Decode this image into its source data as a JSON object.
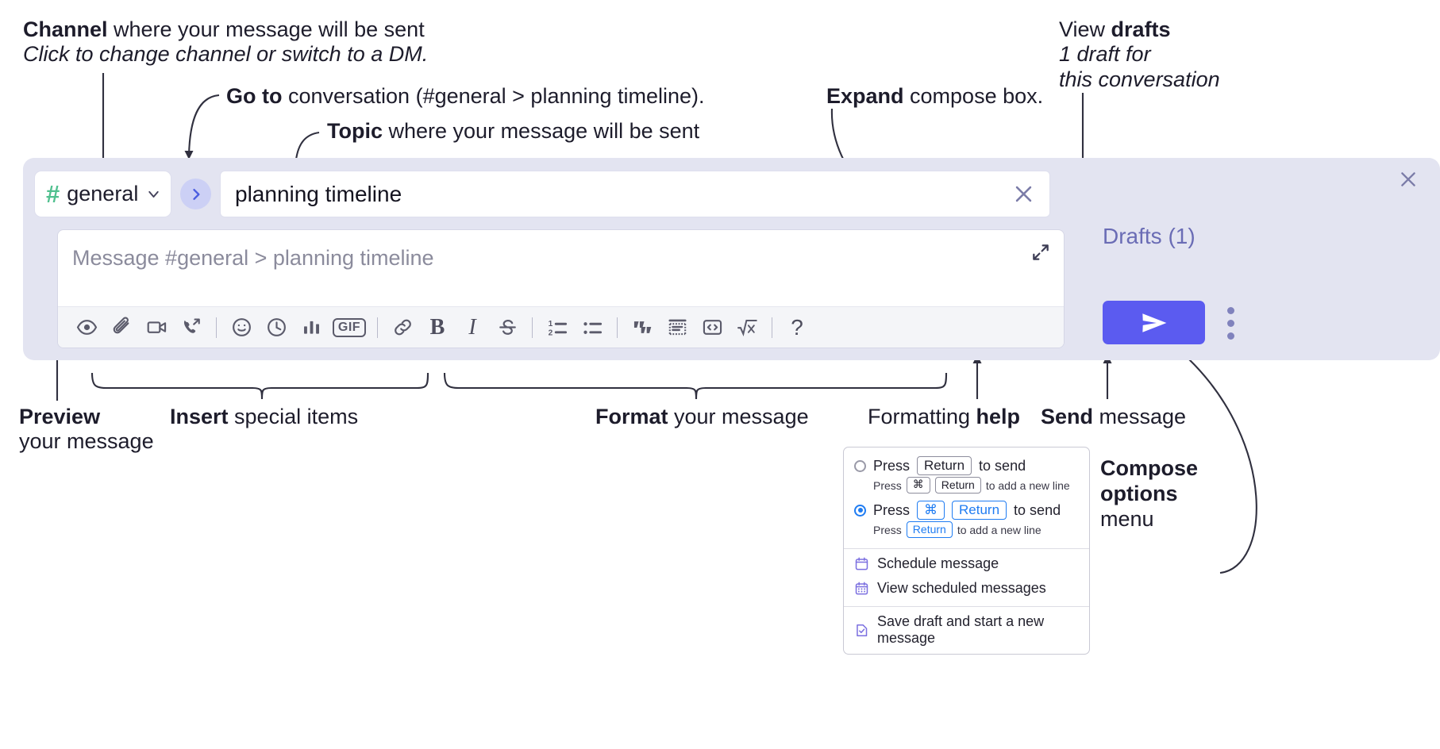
{
  "annotations": {
    "channel": {
      "bold": "Channel",
      "rest": " where your message will be sent",
      "italic": "Click to change channel or switch to a DM."
    },
    "goto": {
      "bold": "Go to",
      "rest": " conversation (#general > planning timeline)."
    },
    "topic": {
      "bold": "Topic",
      "rest": " where your message will be sent"
    },
    "expand": {
      "bold": "Expand",
      "rest": " compose box."
    },
    "drafts": {
      "lead": "View ",
      "bold": "drafts",
      "italic1": "1 draft for",
      "italic2": "this conversation"
    },
    "preview": {
      "bold": "Preview",
      "line2": "your message"
    },
    "insert": {
      "bold": "Insert",
      "rest": " special items"
    },
    "format": {
      "bold": "Format",
      "rest": " your message"
    },
    "help": {
      "lead": "Formatting ",
      "bold": "help"
    },
    "send": {
      "bold": "Send",
      "rest": " message"
    },
    "compose_options": {
      "bold1": "Compose",
      "bold2": "options",
      "rest": "menu"
    }
  },
  "compose": {
    "channel": {
      "hash": "#",
      "name": "general",
      "chevron_icon": "chevron-down-icon"
    },
    "goto_icon": "chevron-right-icon",
    "topic": {
      "value": "planning timeline",
      "clear_icon": "close-icon"
    },
    "message": {
      "placeholder": "Message #general > planning timeline",
      "value": ""
    },
    "expand_icon": "expand-arrows-icon",
    "panel_close_icon": "close-icon",
    "drafts_label": "Drafts (1)",
    "send_icon": "send-paper-plane-icon",
    "kebab_icon": "more-vertical-icon",
    "toolbar": [
      {
        "name": "preview-icon",
        "label": "Preview",
        "type": "icon"
      },
      {
        "name": "attachment-icon",
        "label": "Attach file",
        "type": "icon"
      },
      {
        "name": "video-icon",
        "label": "Record video clip",
        "type": "icon"
      },
      {
        "name": "audio-call-icon",
        "label": "Record audio clip",
        "type": "icon"
      },
      {
        "name": "divider",
        "label": "",
        "type": "sep"
      },
      {
        "name": "emoji-icon",
        "label": "Emoji",
        "type": "icon"
      },
      {
        "name": "clock-icon",
        "label": "Schedule",
        "type": "icon"
      },
      {
        "name": "poll-icon",
        "label": "Poll",
        "type": "icon"
      },
      {
        "name": "gif-icon",
        "label": "GIF",
        "type": "gif"
      },
      {
        "name": "divider",
        "label": "",
        "type": "sep"
      },
      {
        "name": "link-icon",
        "label": "Link",
        "type": "icon"
      },
      {
        "name": "bold-icon",
        "label": "B",
        "type": "bold"
      },
      {
        "name": "italic-icon",
        "label": "I",
        "type": "italic"
      },
      {
        "name": "strikethrough-icon",
        "label": "Strikethrough",
        "type": "icon"
      },
      {
        "name": "divider",
        "label": "",
        "type": "sep"
      },
      {
        "name": "ordered-list-icon",
        "label": "Ordered list",
        "type": "icon"
      },
      {
        "name": "bulleted-list-icon",
        "label": "Bulleted list",
        "type": "icon"
      },
      {
        "name": "divider",
        "label": "",
        "type": "sep"
      },
      {
        "name": "blockquote-icon",
        "label": "Blockquote",
        "type": "icon"
      },
      {
        "name": "code-block-icon",
        "label": "Code block",
        "type": "icon"
      },
      {
        "name": "inline-code-icon",
        "label": "Code",
        "type": "icon"
      },
      {
        "name": "math-icon",
        "label": "Math",
        "type": "icon"
      },
      {
        "name": "divider",
        "label": "",
        "type": "sep"
      },
      {
        "name": "formatting-help-icon",
        "label": "?",
        "type": "qmark"
      }
    ]
  },
  "menu": {
    "option1": {
      "pre": "Press",
      "key": "Return",
      "post": "to send",
      "sub_pre": "Press",
      "sub_key1": "⌘",
      "sub_key2": "Return",
      "sub_post": "to add a new line",
      "selected": false
    },
    "option2": {
      "pre": "Press",
      "key1": "⌘",
      "key2": "Return",
      "post": "to send",
      "sub_pre": "Press",
      "sub_key": "Return",
      "sub_post": "to add a new line",
      "selected": true
    },
    "items": [
      {
        "icon": "calendar-icon",
        "label": "Schedule message"
      },
      {
        "icon": "calendar-grid-icon",
        "label": "View scheduled messages"
      },
      {
        "icon": "save-draft-icon",
        "label": "Save draft and start a new message"
      }
    ]
  },
  "colors": {
    "panel_bg": "#e3e4f1",
    "send_button": "#5b5bf0",
    "accent_blue": "#1f7cf2",
    "hash_green": "#51c08f",
    "drafts_text": "#6a6cb5",
    "menu_icon": "#7b6fe0"
  }
}
